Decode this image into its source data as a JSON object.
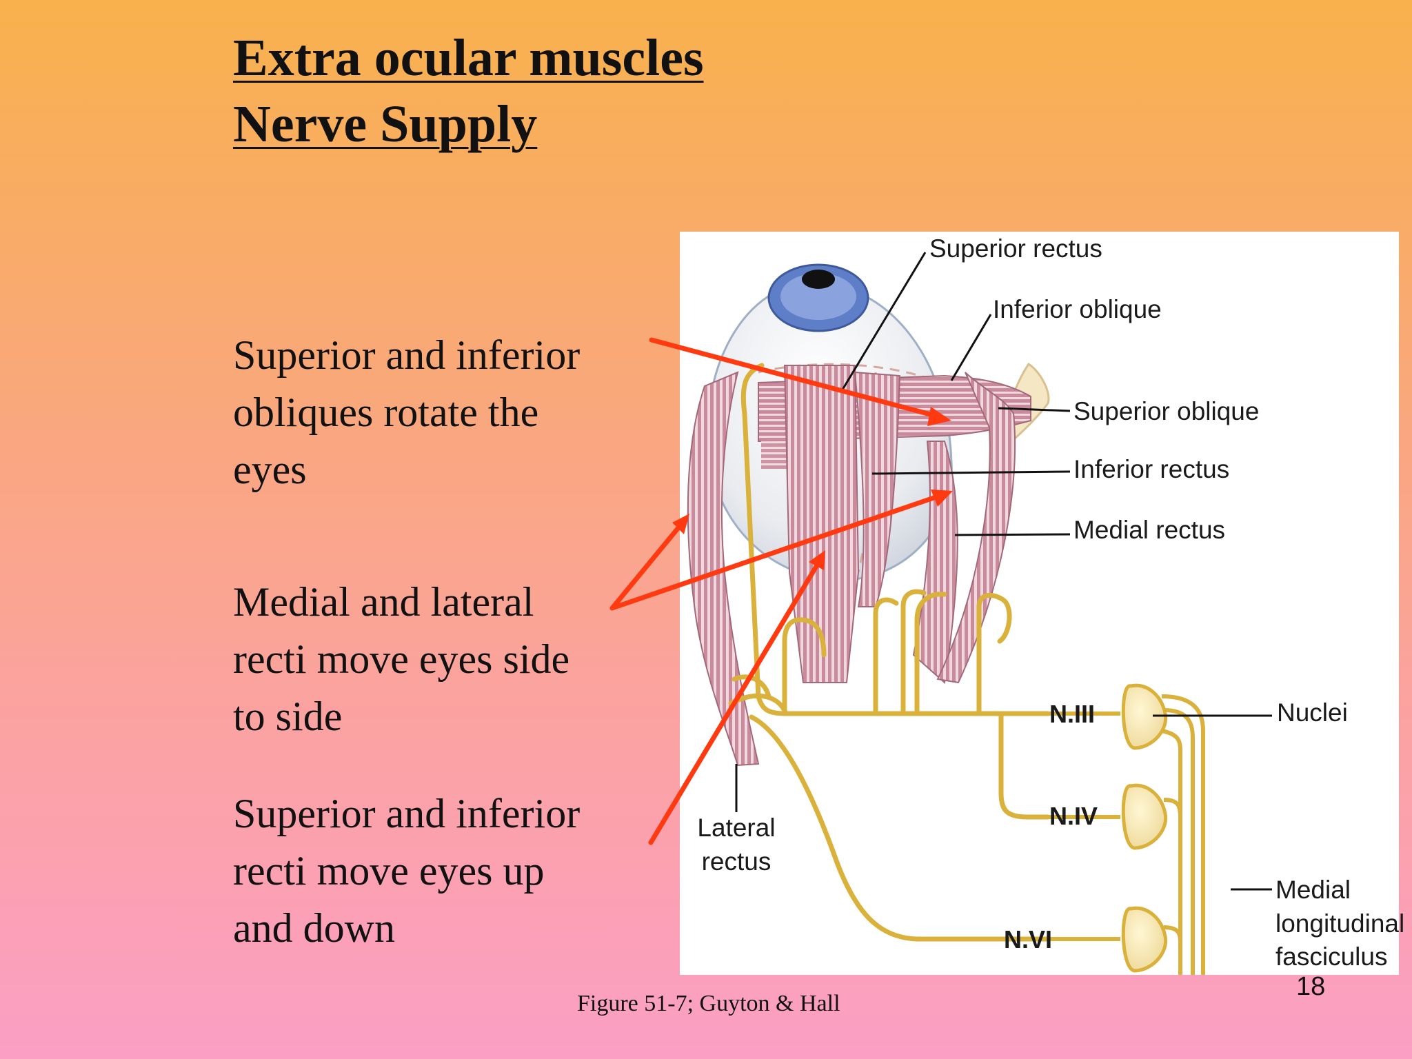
{
  "title": {
    "line1": "Extra ocular muscles",
    "line2": "Nerve Supply"
  },
  "bullets": [
    {
      "lines": [
        "Superior and inferior",
        "obliques rotate the",
        "eyes"
      ]
    },
    {
      "lines": [
        "Medial and lateral",
        "recti move eyes side",
        "to side"
      ]
    },
    {
      "lines": [
        "Superior and inferior",
        "recti move eyes up",
        "and down"
      ]
    }
  ],
  "figure": {
    "labels": {
      "superior_rectus": "Superior rectus",
      "inferior_oblique": "Inferior oblique",
      "superior_oblique": "Superior oblique",
      "inferior_rectus": "Inferior rectus",
      "medial_rectus": "Medial rectus",
      "lateral_rectus_1": "Lateral",
      "lateral_rectus_2": "rectus",
      "n3": "N.III",
      "n4": "N.IV",
      "n6": "N.VI",
      "nuclei": "Nuclei",
      "mlf_1": "Medial",
      "mlf_2": "longitudinal",
      "mlf_3": "fasciculus"
    },
    "colors": {
      "nerve": "#d9b13b",
      "muscle": "#b97f8e",
      "iris": "#5f7ec8",
      "arrow": "#ff3a10"
    }
  },
  "caption": "Figure 51-7; Guyton & Hall",
  "slide_number": "18"
}
